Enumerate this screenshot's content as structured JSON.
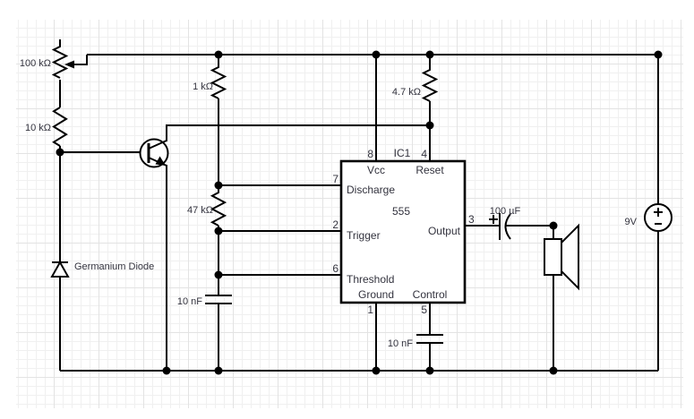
{
  "canvas": {
    "background": "#ffffff",
    "wire_color": "#000000",
    "text_color": "#33333e",
    "grid_minor_color": "#f0f0f0",
    "grid_major_color": "#e3e3e3"
  },
  "labels": {
    "pot_100k": "100 kΩ",
    "r_10k": "10 kΩ",
    "r_1k": "1 kΩ",
    "r_47k": "47 kΩ",
    "r_4_7k": "4.7 kΩ",
    "c_10nf_timing": "10 nF",
    "c_10nf_control": "10 nF",
    "c_100uf": "100 µF",
    "diode": "Germanium Diode",
    "battery": "9V"
  },
  "ic": {
    "ref": "IC1",
    "part": "555",
    "pins": {
      "vcc": {
        "num": "8",
        "name": "Vcc"
      },
      "reset": {
        "num": "4",
        "name": "Reset"
      },
      "discharge": {
        "num": "7",
        "name": "Discharge"
      },
      "trigger": {
        "num": "2",
        "name": "Trigger"
      },
      "threshold": {
        "num": "6",
        "name": "Threshold"
      },
      "ground": {
        "num": "1",
        "name": "Ground"
      },
      "control": {
        "num": "5",
        "name": "Control"
      },
      "output": {
        "num": "3",
        "name": "Output"
      }
    }
  }
}
